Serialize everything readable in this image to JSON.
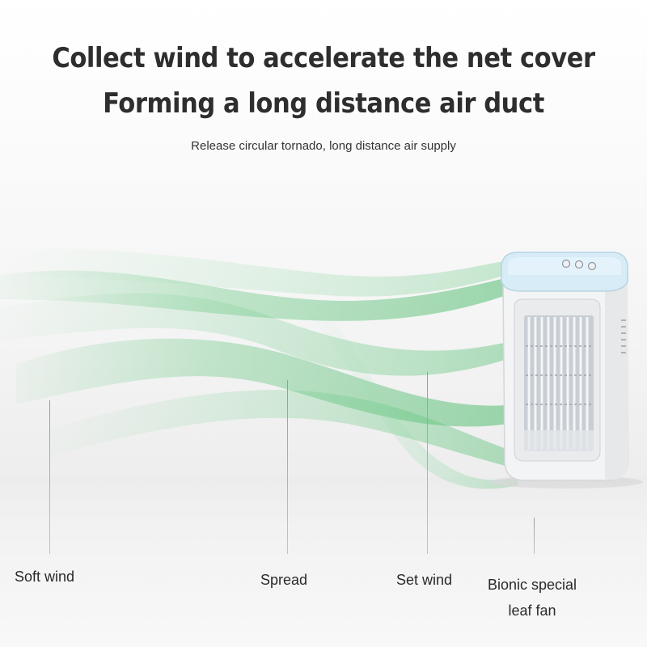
{
  "headline": {
    "line1": "Collect wind to accelerate the net cover",
    "line2": "Forming a long distance air duct"
  },
  "subtitle": "Release circular tornado, long distance air supply",
  "labels": {
    "soft_wind": "Soft wind",
    "spread": "Spread",
    "set_wind": "Set wind",
    "bionic_fan": "Bionic special leaf fan"
  },
  "colors": {
    "wind_green": "#5fc47a",
    "headline_text": "#2e2e2e",
    "device_body": "#f4f5f6",
    "device_top_accent": "#cfe6f2"
  }
}
